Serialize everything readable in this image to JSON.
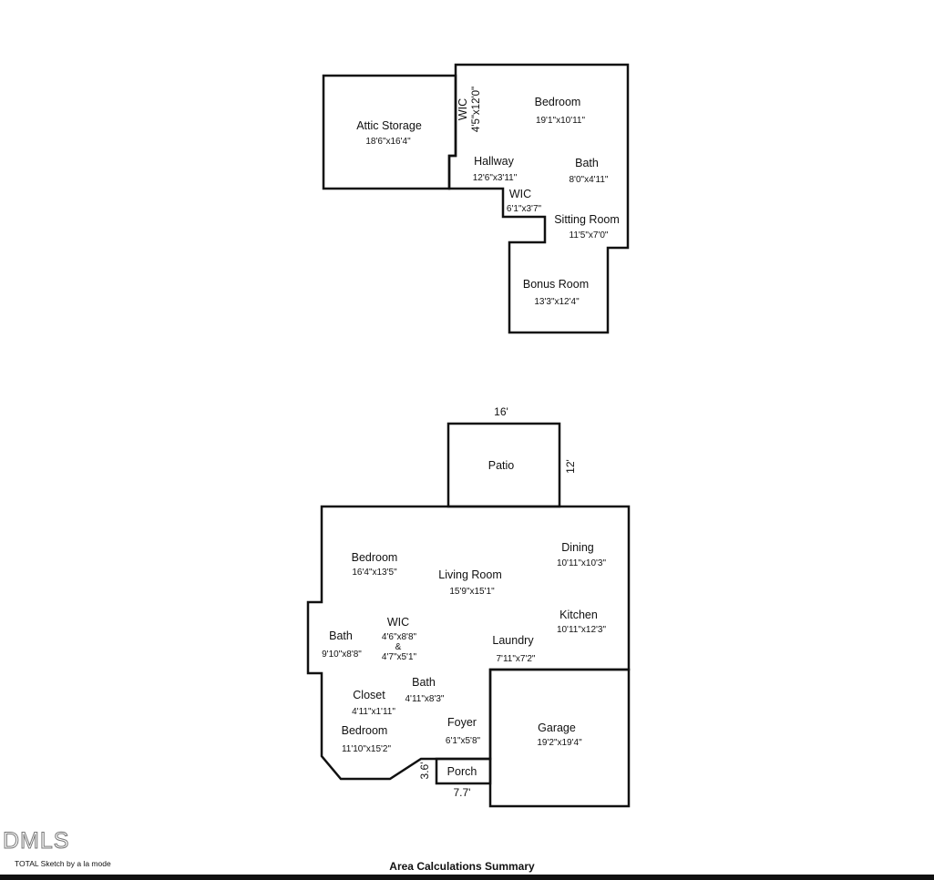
{
  "upper_floor": {
    "rooms": [
      {
        "name": "Bedroom",
        "dims": "19'1\"x10'11\""
      },
      {
        "name": "Attic Storage",
        "dims": "18'6\"x16'4\""
      },
      {
        "name": "WIC",
        "dims": "4'5\"x12'0\""
      },
      {
        "name": "Hallway",
        "dims": "12'6\"x3'11\""
      },
      {
        "name": "Bath",
        "dims": "8'0\"x4'11\""
      },
      {
        "name": "WIC",
        "dims": "6'1\"x3'7\""
      },
      {
        "name": "Sitting Room",
        "dims": "11'5\"x7'0\""
      },
      {
        "name": "Bonus Room",
        "dims": "13'3\"x12'4\""
      }
    ]
  },
  "main_floor": {
    "rooms": [
      {
        "name": "Patio",
        "dims": ""
      },
      {
        "name": "Bedroom",
        "dims": "16'4\"x13'5\""
      },
      {
        "name": "Living Room",
        "dims": "15'9\"x15'1\""
      },
      {
        "name": "Dining",
        "dims": "10'11\"x10'3\""
      },
      {
        "name": "Kitchen",
        "dims": "10'11\"x12'3\""
      },
      {
        "name": "Bath",
        "dims": "9'10\"x8'8\""
      },
      {
        "name": "WIC",
        "dims": "4'6\"x8'8\"",
        "dims_2": "4'7\"x5'1\"",
        "joiner": "&"
      },
      {
        "name": "Laundry",
        "dims": "7'11\"x7'2\""
      },
      {
        "name": "Closet",
        "dims": "4'11\"x1'11\""
      },
      {
        "name": "Bath",
        "dims": "4'11\"x8'3\""
      },
      {
        "name": "Bedroom",
        "dims": "11'10\"x15'2\""
      },
      {
        "name": "Foyer",
        "dims": "6'1\"x5'8\""
      },
      {
        "name": "Garage",
        "dims": "19'2\"x19'4\""
      },
      {
        "name": "Porch",
        "dims": ""
      }
    ],
    "patio_dimensions": {
      "width": "16'",
      "depth": "12'"
    },
    "porch_dimensions": {
      "width": "7.7'",
      "depth": "3.6'"
    }
  },
  "footer": {
    "logo": "DMLS",
    "software_credit": "TOTAL Sketch by a la mode",
    "section_title": "Area Calculations Summary"
  }
}
